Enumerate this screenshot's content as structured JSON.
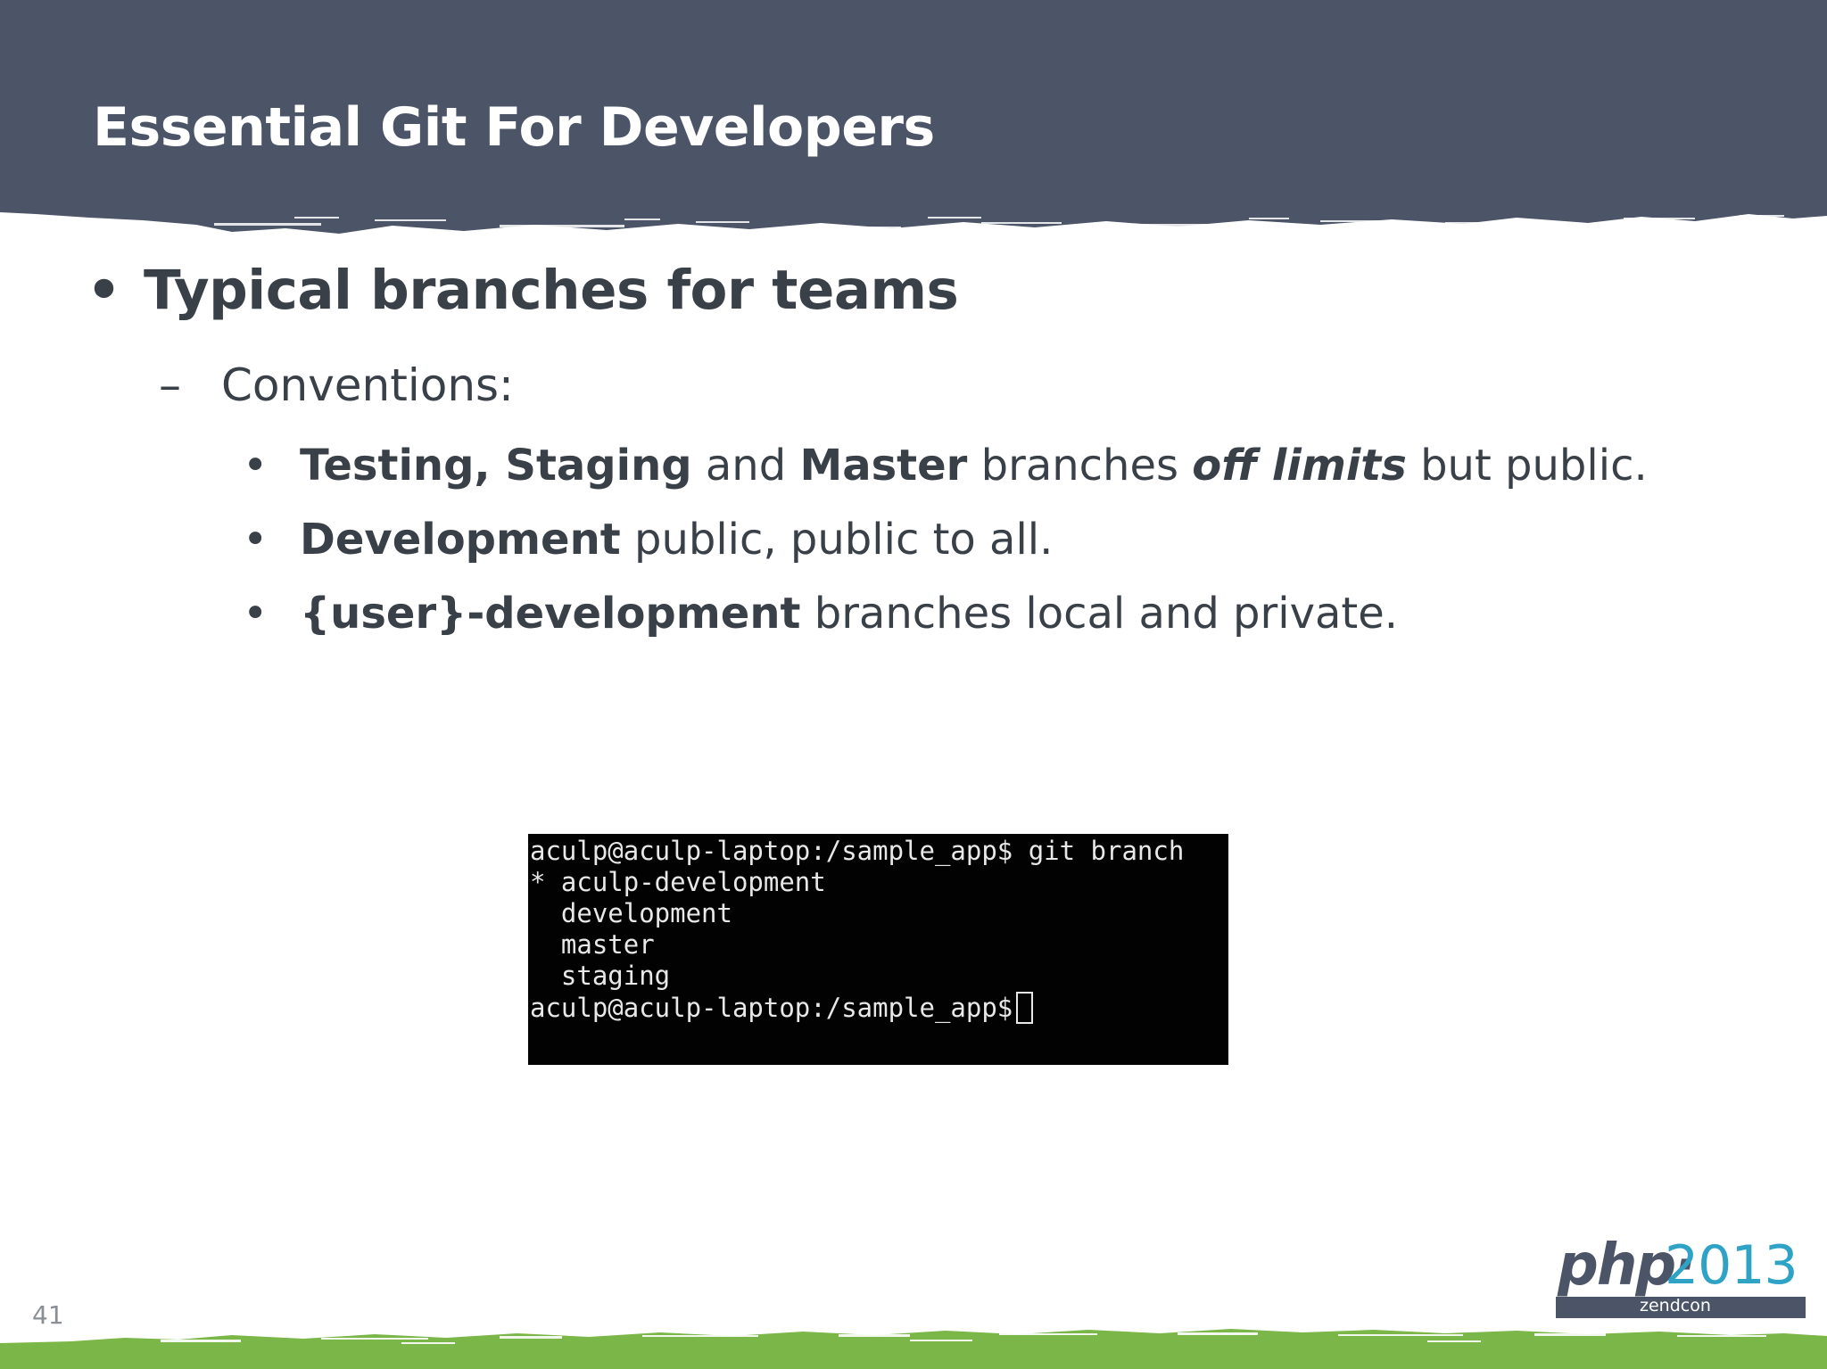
{
  "slide": {
    "title": "Essential Git For Developers",
    "number": "41"
  },
  "content": {
    "heading_bullet": "Typical branches for teams",
    "sub_bullet": "Conventions:",
    "items": [
      {
        "parts": [
          {
            "text": "Testing, Staging",
            "style": "bold"
          },
          {
            "text": " and ",
            "style": "normal"
          },
          {
            "text": "Master",
            "style": "bold"
          },
          {
            "text": " branches ",
            "style": "normal"
          },
          {
            "text": "off limits",
            "style": "bold-italic"
          },
          {
            "text": " but public.",
            "style": "normal"
          }
        ]
      },
      {
        "parts": [
          {
            "text": "Development",
            "style": "bold"
          },
          {
            "text": " public, public to all.",
            "style": "normal"
          }
        ]
      },
      {
        "parts": [
          {
            "text": "{user}-development",
            "style": "bold"
          },
          {
            "text": " branches local and private.",
            "style": "normal"
          }
        ]
      }
    ]
  },
  "terminal": {
    "lines": [
      "aculp@aculp-laptop:/sample_app$ git branch",
      "* aculp-development",
      "  development",
      "  master",
      "  staging"
    ],
    "prompt": "aculp@aculp-laptop:/sample_app$"
  },
  "logo": {
    "brand": "php",
    "dot": "·",
    "year": "2013",
    "sub": "zendcon"
  },
  "colors": {
    "header_bg": "#4b5567",
    "footer_green": "#7ab648",
    "logo_blue": "#2fa3c6",
    "text": "#3a4048"
  }
}
